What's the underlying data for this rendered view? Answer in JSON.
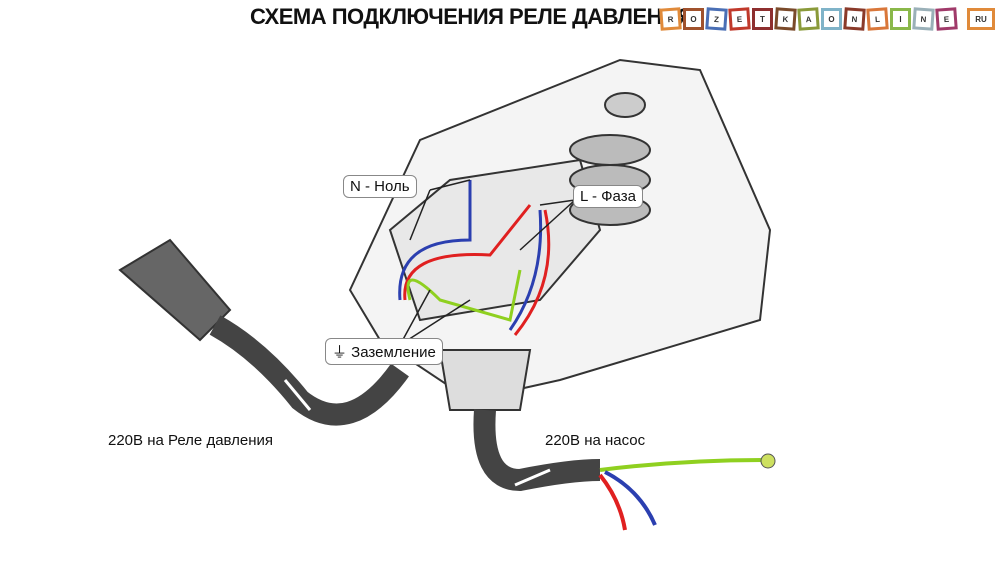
{
  "title": "СХЕМА ПОДКЛЮЧЕНИЯ РЕЛЕ ДАВЛЕНИЯ",
  "logo": {
    "letters": [
      "R",
      "O",
      "Z",
      "E",
      "T",
      "K",
      "A",
      "O",
      "N",
      "L",
      "I",
      "N",
      "E",
      "RU"
    ],
    "colors": [
      "#e08a3a",
      "#a0522d",
      "#4a6fb5",
      "#c0392b",
      "#8e2f2f",
      "#7a4a2a",
      "#8a9a3a",
      "#7fb3c8",
      "#8a3a2a",
      "#d9773a",
      "#8ab84a",
      "#9ab0b8",
      "#a03a6a"
    ]
  },
  "callouts": {
    "neutral": "N - Ноль",
    "phase": "L - Фаза",
    "ground": "Заземление"
  },
  "labels": {
    "input": "220В на Реле давления",
    "output": "220В на насос"
  },
  "wire_colors": {
    "neutral": "#2b3fb0",
    "phase": "#e02020",
    "ground": "#8fd020"
  }
}
